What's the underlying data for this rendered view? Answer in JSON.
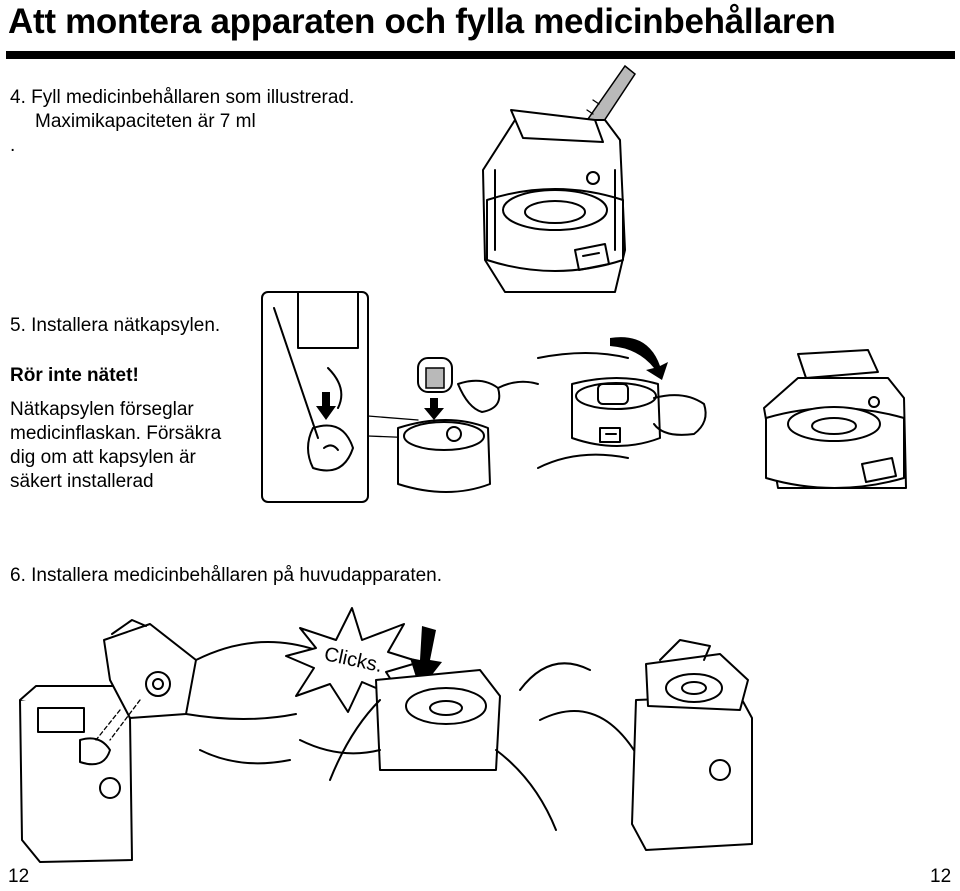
{
  "header": {
    "title": "Att montera apparaten och fylla medicinbehållaren"
  },
  "step4": {
    "line1": "4. Fyll medicinbehållaren som illustrerad.",
    "line2": "Maximikapaciteten är 7 ml",
    "line3": "."
  },
  "step5": {
    "heading": "5. Installera nätkapsylen.",
    "warning": "Rör inte nätet!",
    "body": [
      "Nätkapsylen förseglar",
      "medicinflaskan. Försäkra",
      "dig om att kapsylen är",
      "säkert installerad"
    ]
  },
  "step6": {
    "heading": "6. Installera medicinbehållaren på huvudapparaten."
  },
  "illustration": {
    "burst_text": "Clicks."
  },
  "footer": {
    "page_left": "12",
    "page_right": "12"
  }
}
